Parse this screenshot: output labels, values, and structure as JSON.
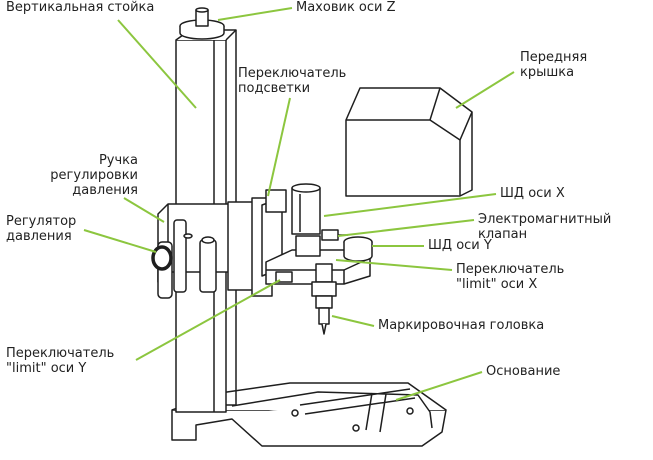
{
  "accent_color": "#8cc63f",
  "line_color": "#1e1e1e",
  "labels": {
    "vertical_post": "Вертикальная стойка",
    "z_handwheel": "Маховик оси Z",
    "light_switch": "Переключатель\nподсветки",
    "front_cover": "Передняя\nкрышка",
    "pressure_knob": "Ручка\nрегулировки\nдавления",
    "pressure_regulator": "Регулятор\nдавления",
    "x_stepper": "ШД оси X",
    "solenoid_valve": "Электромагнитный\nклапан",
    "y_stepper": "ШД оси Y",
    "x_limit_switch": "Переключатель\n\"limit\" оси X",
    "marking_head": "Маркировочная головка",
    "y_limit_switch": "Переключатель\n\"limit\" оси Y",
    "base": "Основание"
  }
}
